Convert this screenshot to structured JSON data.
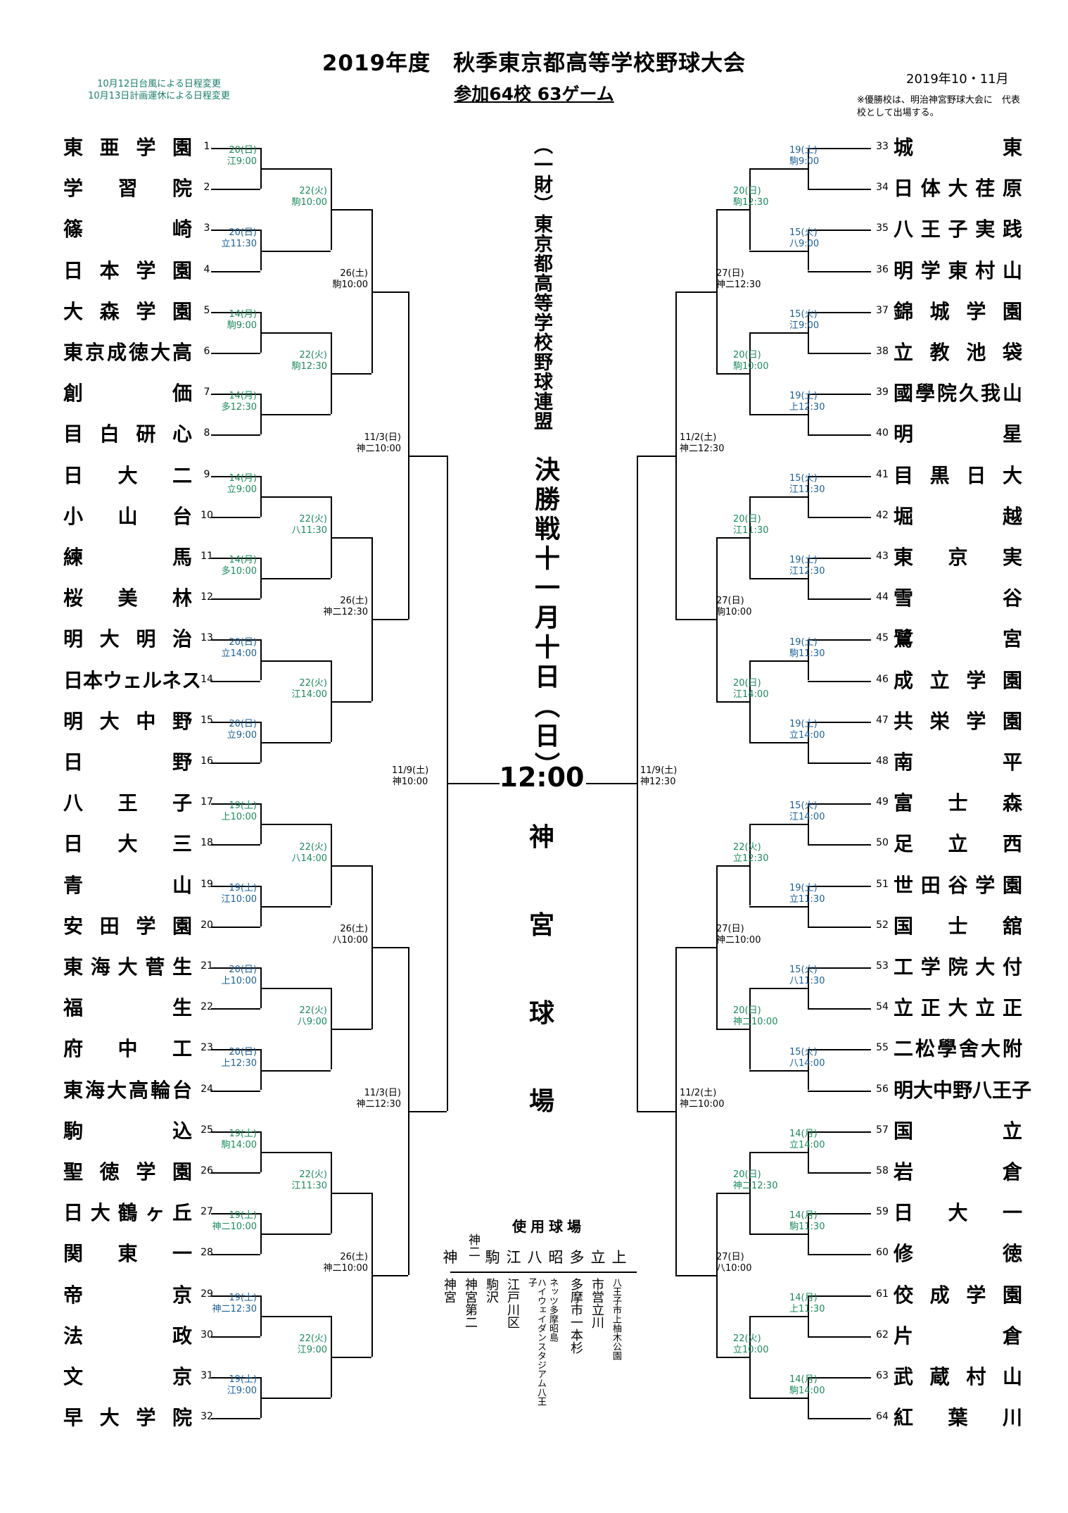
{
  "title": "2019年度　秋季東京都高等学校野球大会",
  "subtitle": "参加64校 63ゲーム",
  "dates": "2019年10・11月",
  "note": "※優勝校は、明治神宮野球大会に　代表校として出場する。",
  "notice1": "10月12日台風による日程変更",
  "notice2": "10月13日計画運休による日程変更",
  "left_teams": [
    "東亜学園",
    "学習院",
    "篠　崎",
    "日本学園",
    "大森学園",
    "東京成徳大高",
    "創　価",
    "目白研心",
    "日大二",
    "小山台",
    "練　馬",
    "桜美林",
    "明大明治",
    "日本ウェルネス",
    "明大中野",
    "日　野",
    "八王子",
    "日大三",
    "青　山",
    "安田学園",
    "東海大菅生",
    "福　生",
    "府中工",
    "東海大高輪台",
    "駒　込",
    "聖徳学園",
    "日大鶴ヶ丘",
    "関東一",
    "帝　京",
    "法　政",
    "文　京",
    "早大学院"
  ],
  "right_teams": [
    "城　東",
    "日体大荏原",
    "八王子実践",
    "明学東村山",
    "錦城学園",
    "立教池袋",
    "國學院久我山",
    "明　星",
    "目黒日大",
    "堀　越",
    "東京実",
    "雪　谷",
    "鷺　宮",
    "成立学園",
    "共栄学園",
    "南　平",
    "富士森",
    "足立西",
    "世田谷学園",
    "国士舘",
    "工学院大付",
    "立正大立正",
    "二松學舍大附",
    "明大中野八王子",
    "国　立",
    "岩　倉",
    "日大一",
    "修　徳",
    "佼成学園",
    "片　倉",
    "武蔵村山",
    "紅葉川"
  ],
  "left_numbers": [
    "1",
    "2",
    "3",
    "4",
    "5",
    "6",
    "7",
    "8",
    "9",
    "10",
    "11",
    "12",
    "13",
    "14",
    "15",
    "16",
    "17",
    "18",
    "19",
    "20",
    "21",
    "22",
    "23",
    "24",
    "25",
    "26",
    "27",
    "28",
    "29",
    "30",
    "31",
    "32"
  ],
  "right_numbers": [
    "33",
    "34",
    "35",
    "36",
    "37",
    "38",
    "39",
    "40",
    "41",
    "42",
    "43",
    "44",
    "45",
    "46",
    "47",
    "48",
    "49",
    "50",
    "51",
    "52",
    "53",
    "54",
    "55",
    "56",
    "57",
    "58",
    "59",
    "60",
    "61",
    "62",
    "63",
    "64"
  ],
  "left_r1": [
    [
      "20(日)",
      "江9:00",
      "green"
    ],
    [
      "20(日)",
      "立11:30",
      "blue"
    ],
    [
      "14(月)",
      "駒9:00",
      "green"
    ],
    [
      "14(月)",
      "多12:30",
      "green"
    ],
    [
      "14(月)",
      "立9:00",
      "green"
    ],
    [
      "14(月)",
      "多10:00",
      "green"
    ],
    [
      "20(日)",
      "立14:00",
      "blue"
    ],
    [
      "20(日)",
      "立9:00",
      "blue"
    ],
    [
      "19(土)",
      "上10:00",
      "green"
    ],
    [
      "19(土)",
      "江10:00",
      "blue"
    ],
    [
      "20(日)",
      "上10:00",
      "blue"
    ],
    [
      "20(日)",
      "上12:30",
      "blue"
    ],
    [
      "19(土)",
      "駒14:00",
      "green"
    ],
    [
      "19(土)",
      "神二10:00",
      "green"
    ],
    [
      "19(土)",
      "神二12:30",
      "blue"
    ],
    [
      "19(土)",
      "江9:00",
      "blue"
    ]
  ],
  "left_r2": [
    [
      "22(火)",
      "駒10:00",
      "green"
    ],
    [
      "22(火)",
      "駒12:30",
      "green"
    ],
    [
      "22(火)",
      "八11:30",
      "green"
    ],
    [
      "22(火)",
      "江14:00",
      "green"
    ],
    [
      "22(火)",
      "八14:00",
      "green"
    ],
    [
      "22(火)",
      "八9:00",
      "green"
    ],
    [
      "22(火)",
      "江11:30",
      "green"
    ],
    [
      "22(火)",
      "江9:00",
      "green"
    ]
  ],
  "left_r3": [
    [
      "26(土)",
      "駒10:00"
    ],
    [
      "26(土)",
      "神二12:30"
    ],
    [
      "26(土)",
      "八10:00"
    ],
    [
      "26(土)",
      "神二10:00"
    ]
  ],
  "left_r4": [
    [
      "11/3(日)",
      "神二10:00"
    ],
    [
      "11/3(日)",
      "神二12:30"
    ]
  ],
  "left_sf": [
    "11/9(土)",
    "神10:00"
  ],
  "right_r1": [
    [
      "19(土)",
      "駒9:00",
      "blue"
    ],
    [
      "15(火)",
      "八9:00",
      "blue"
    ],
    [
      "15(火)",
      "江9:00",
      "blue"
    ],
    [
      "19(土)",
      "上12:30",
      "blue"
    ],
    [
      "15(火)",
      "江11:30",
      "blue"
    ],
    [
      "19(土)",
      "江12:30",
      "blue"
    ],
    [
      "19(土)",
      "駒11:30",
      "blue"
    ],
    [
      "19(土)",
      "立14:00",
      "blue"
    ],
    [
      "15(火)",
      "江14:00",
      "blue"
    ],
    [
      "19(土)",
      "立11:30",
      "blue"
    ],
    [
      "15(火)",
      "八11:30",
      "blue"
    ],
    [
      "15(火)",
      "八14:00",
      "blue"
    ],
    [
      "14(月)",
      "立14:00",
      "green"
    ],
    [
      "14(月)",
      "駒11:30",
      "green"
    ],
    [
      "14(月)",
      "上11:30",
      "green"
    ],
    [
      "14(月)",
      "駒14:00",
      "green"
    ]
  ],
  "right_r2": [
    [
      "20(日)",
      "駒12:30",
      "green"
    ],
    [
      "20(日)",
      "駒10:00",
      "green"
    ],
    [
      "20(日)",
      "江11:30",
      "green"
    ],
    [
      "20(日)",
      "江14:00",
      "green"
    ],
    [
      "22(火)",
      "立12:30",
      "green"
    ],
    [
      "20(日)",
      "神二10:00",
      "green"
    ],
    [
      "20(日)",
      "神二12:30",
      "green"
    ],
    [
      "22(火)",
      "立10:00",
      "green"
    ]
  ],
  "right_r3": [
    [
      "27(日)",
      "神二12:30"
    ],
    [
      "27(日)",
      "駒10:00"
    ],
    [
      "27(日)",
      "神二10:00"
    ],
    [
      "27(日)",
      "八10:00"
    ]
  ],
  "right_r4": [
    [
      "11/2(土)",
      "神二12:30"
    ],
    [
      "11/2(土)",
      "神二10:00"
    ]
  ],
  "right_sf": [
    "11/9(土)",
    "神12:30"
  ],
  "org": "（一財）東京都高等学校野球連盟",
  "final_label": "決勝戦十一月十日（日）",
  "final_time": "12:00",
  "final_venue": [
    "神",
    "宮",
    "球",
    "場"
  ],
  "venue_table": {
    "title": "使用球場",
    "heads": [
      "神",
      "神二",
      "駒",
      "江",
      "八",
      "昭",
      "多",
      "立",
      "上"
    ],
    "cols": [
      "神宮",
      "神宮第二",
      "駒沢",
      "江戸川区",
      "ハイウェイダンスタジアム八王子",
      "ネッツ多摩昭島",
      "多摩市一本杉",
      "市営立川",
      "八王子市上柚木公園"
    ]
  },
  "colors": {
    "green": "#1a8a5a",
    "blue": "#1a5f9a",
    "notice": "#1a7d6a"
  }
}
